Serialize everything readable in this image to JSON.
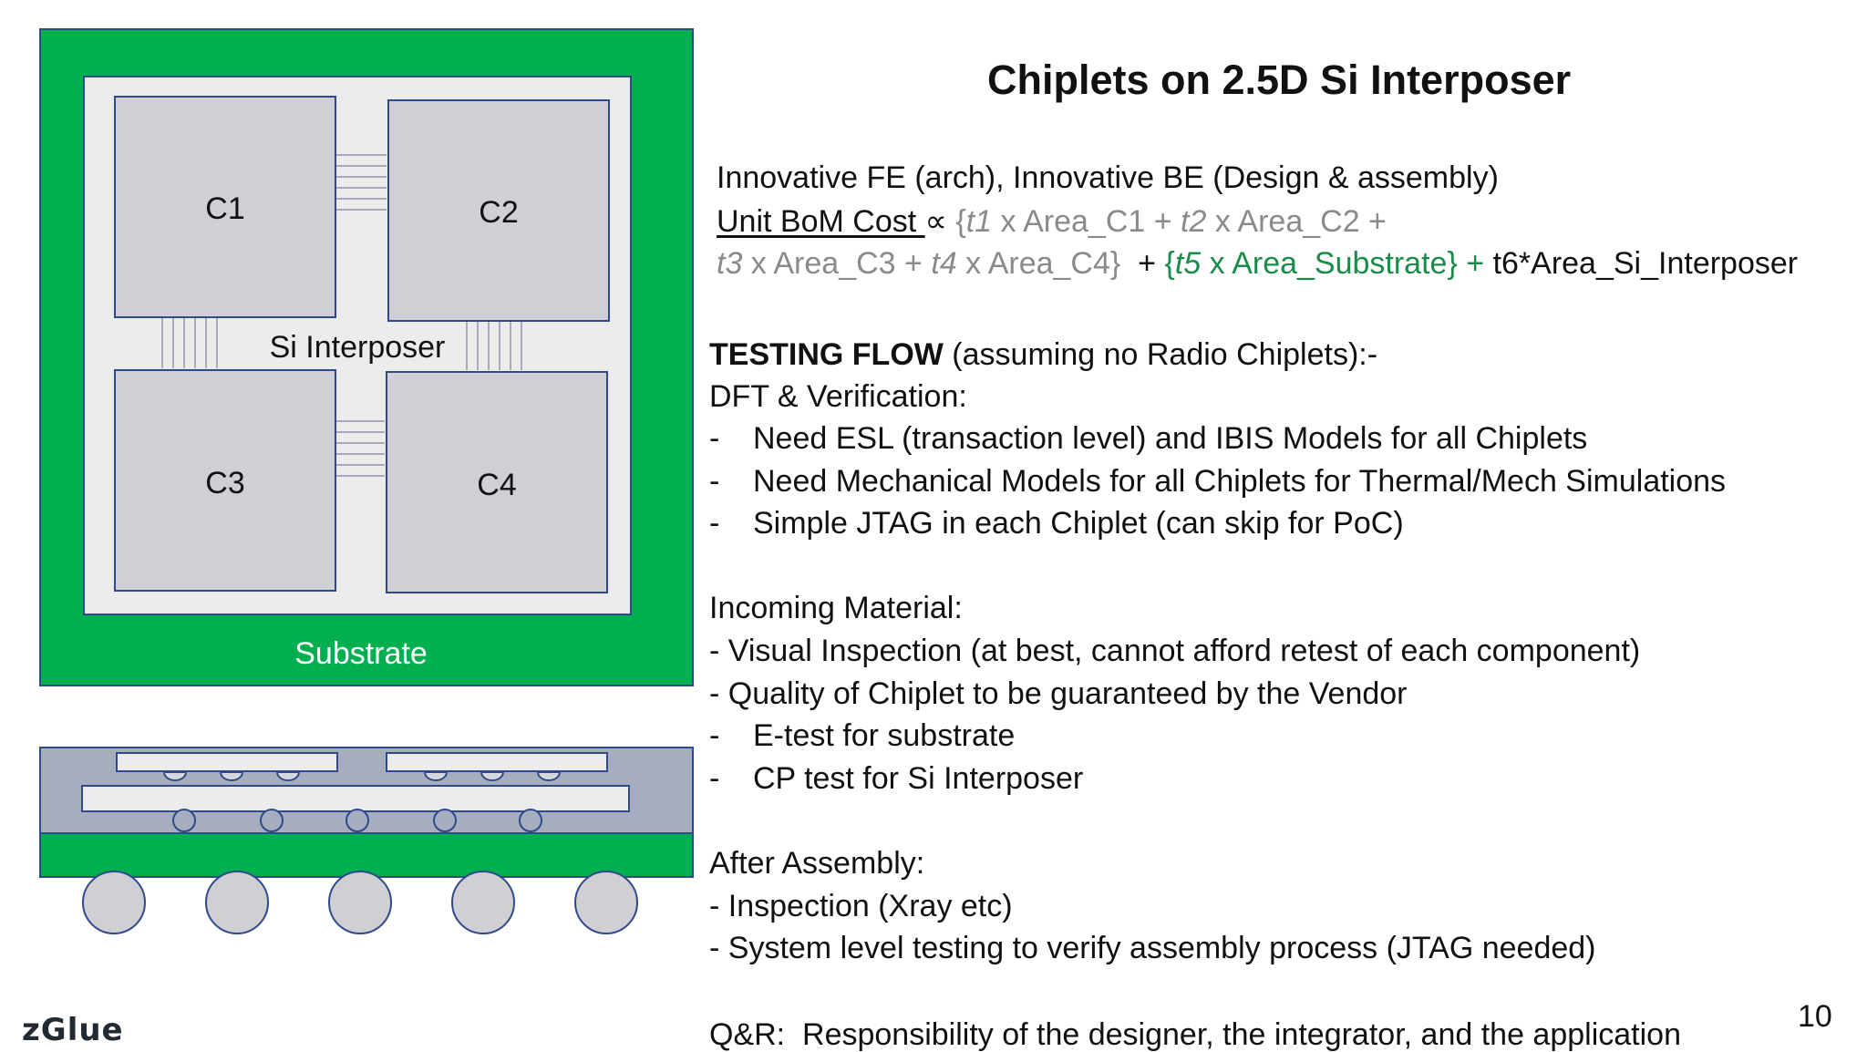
{
  "title": "Chiplets on 2.5D Si Interposer",
  "diagram": {
    "chips": [
      "C1",
      "C2",
      "C3",
      "C4"
    ],
    "interposer_label": "Si Interposer",
    "substrate_label": "Substrate"
  },
  "equation": {
    "line1": "Innovative FE (arch), Innovative BE (Design & assembly)",
    "unit_bom": "Unit BoM Cost ",
    "prop": "∝ ",
    "t1": "t1",
    "area_c1": " x Area_C1 + ",
    "t2": "t2",
    "area_c2": " x Area_C2 +",
    "t3": "t3",
    "area_c3": " x Area_C3 + ",
    "t4": "t4",
    "area_c4": " x Area_C4}",
    "open_brace": "{",
    "plus1": "  + ",
    "sub_open": "{",
    "t5": "t5",
    "substrate_term": " x Area_Substrate} + ",
    "interposer_term": "t6*Area_Si_Interposer"
  },
  "testing": {
    "heading": "TESTING FLOW",
    "heading_rest": " (assuming no Radio Chiplets):-",
    "dft": "DFT & Verification:",
    "dft_items": [
      "Need ESL (transaction level) and IBIS Models for all Chiplets",
      "Need Mechanical Models for all Chiplets for Thermal/Mech Simulations",
      "Simple JTAG in each Chiplet (can skip for PoC)"
    ],
    "incoming": "Incoming Material:",
    "incoming_1": "- Visual Inspection (at best, cannot afford retest of each component)",
    "incoming_2": "- Quality of Chiplet to be guaranteed by the Vendor",
    "incoming_items": [
      "E-test for substrate",
      "CP test for Si Interposer"
    ],
    "after": "After Assembly:",
    "after_1": "- Inspection (Xray etc)",
    "after_2": "- System level testing to verify assembly process (JTAG needed)",
    "qr": "Q&R:  Responsibility of the designer, the integrator, and the application"
  },
  "dash": "-",
  "page_number": "10",
  "logo": "zGlue",
  "colors": {
    "substrate_green": "#00b050",
    "interposer_fill": "#ececec",
    "chip_fill": "#d0cfd4",
    "chip_border": "#2f4a8a",
    "package_gray": "#a6adbf",
    "equation_gray": "#8a8a8a",
    "equation_green": "#1a8c4a"
  }
}
